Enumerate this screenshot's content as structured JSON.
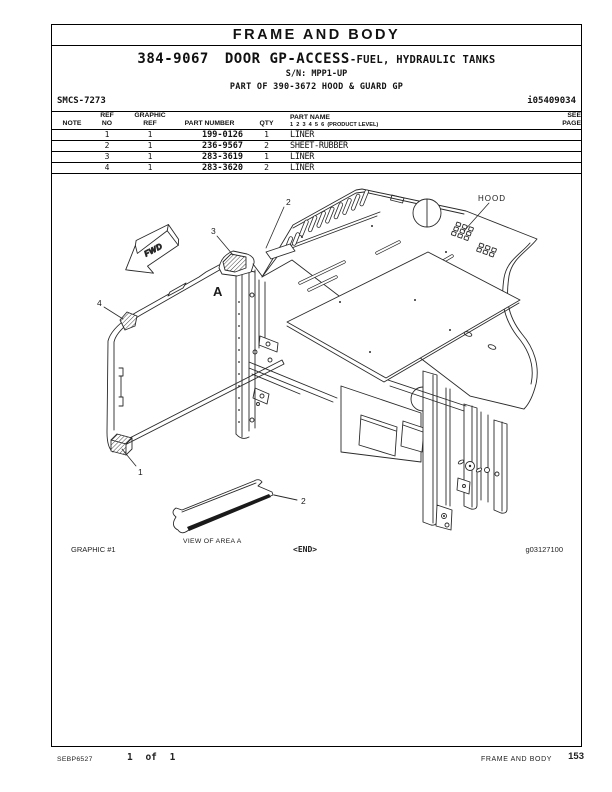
{
  "header": {
    "section_title": "FRAME AND BODY",
    "part_number": "384-9067",
    "assembly_title": "DOOR GP-ACCESS",
    "assembly_subtitle": "-FUEL, HYDRAULIC TANKS",
    "serial_range": "S/N: MPP1-UP",
    "parent_assembly": "PART OF 390-3672 HOOD & GUARD GP",
    "smcs_code": "SMCS-7273",
    "media_number": "i05409034"
  },
  "table": {
    "headers": {
      "note": "NOTE",
      "ref_line1": "REF",
      "ref_line2": "NO",
      "graphic_line1": "GRAPHIC",
      "graphic_line2": "REF",
      "part_number": "PART NUMBER",
      "qty": "QTY",
      "part_name": "PART NAME",
      "product_level": "1  2  3  4  5  6  (PRODUCT LEVEL)",
      "see_line1": "SEE",
      "see_line2": "PAGE"
    },
    "rows": [
      {
        "note": "",
        "ref_no": "1",
        "graphic_ref": "1",
        "part_number": "199-0126",
        "qty": "1",
        "part_name": "LINER",
        "see_page": ""
      },
      {
        "note": "",
        "ref_no": "2",
        "graphic_ref": "1",
        "part_number": "236-9567",
        "qty": "2",
        "part_name": "SHEET-RUBBER",
        "see_page": ""
      },
      {
        "note": "",
        "ref_no": "3",
        "graphic_ref": "1",
        "part_number": "283-3619",
        "qty": "1",
        "part_name": "LINER",
        "see_page": ""
      },
      {
        "note": "",
        "ref_no": "4",
        "graphic_ref": "1",
        "part_number": "283-3620",
        "qty": "2",
        "part_name": "LINER",
        "see_page": ""
      }
    ]
  },
  "diagram": {
    "labels": {
      "hood": "HOOD",
      "fwd": "FWD",
      "area_marker": "A",
      "view_caption": "VIEW OF AREA A"
    },
    "callouts": {
      "c1": "1",
      "c2": "2",
      "c3": "3",
      "c4": "4",
      "c2_detail": "2"
    },
    "graphic_caption": "GRAPHIC #1",
    "end_marker": "<END>",
    "graphic_id": "g03127100"
  },
  "footer": {
    "publication": "SEBP6527",
    "sheet": "1 of 1",
    "section": "FRAME AND BODY",
    "page": "153"
  },
  "colors": {
    "ink": "#111111",
    "line": "#2a2a2a",
    "paper": "#ffffff"
  }
}
